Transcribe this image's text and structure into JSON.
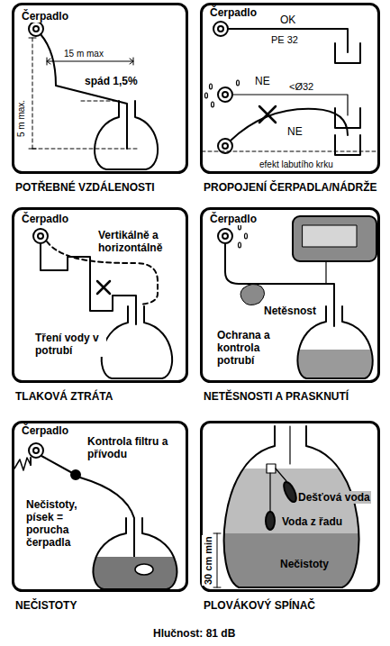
{
  "diagram": {
    "nodes": [
      {
        "text": [
          "Čerpadlo",
          "15 m max",
          "spád 1,5%",
          "5 m max.",
          "POTŘEBNÉ VZDÁLENOSTI"
        ]
      },
      {
        "text": [
          "Čerpadlo",
          "OK",
          "PE 32",
          "NE",
          "<Ø32",
          "NE",
          "efekt labutího krku",
          "PROPOJENÍ ČERPADLA/NÁDRŽE"
        ]
      },
      {
        "text": [
          "Čerpadlo",
          "Vertikálně a horizontálně",
          "Tření vody v potrubí",
          "TLAKOVÁ ZTRÁTA"
        ]
      },
      {
        "text": [
          "Čerpadlo",
          "Netěsnost",
          "Ochrana a kontrola potrubí",
          "NETĚSNOSTI A PRASKNUTÍ"
        ]
      },
      {
        "text": [
          "Čerpadlo",
          "Kontrola filtru a přívodu",
          "Nečistoty, písek = porucha čerpadla",
          "NEČISTOTY"
        ]
      },
      {
        "text": [
          "Dešťová voda",
          "Voda z řadu",
          "30 cm min",
          "Nečistoty",
          "PLOVÁKOVÝ SPÍNAČ"
        ]
      }
    ],
    "edges": [],
    "labels": [
      "Hlučnost: 81 dB"
    ]
  }
}
